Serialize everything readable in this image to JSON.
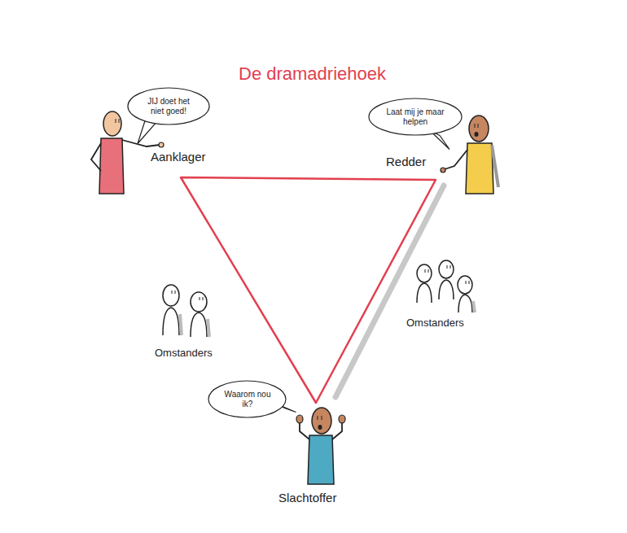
{
  "diagram": {
    "title": "De dramadriehoek",
    "nodes": [
      {
        "text": [
          "JIJ doet het niet goed!"
        ]
      },
      {
        "text": [
          "Laat mij je maar helpen"
        ]
      },
      {
        "text": [
          "Waarom nou ik?"
        ]
      }
    ],
    "labels": [
      "Aanklager",
      "Redder",
      "Omstanders",
      "Omstanders",
      "Slachtoffer"
    ]
  }
}
